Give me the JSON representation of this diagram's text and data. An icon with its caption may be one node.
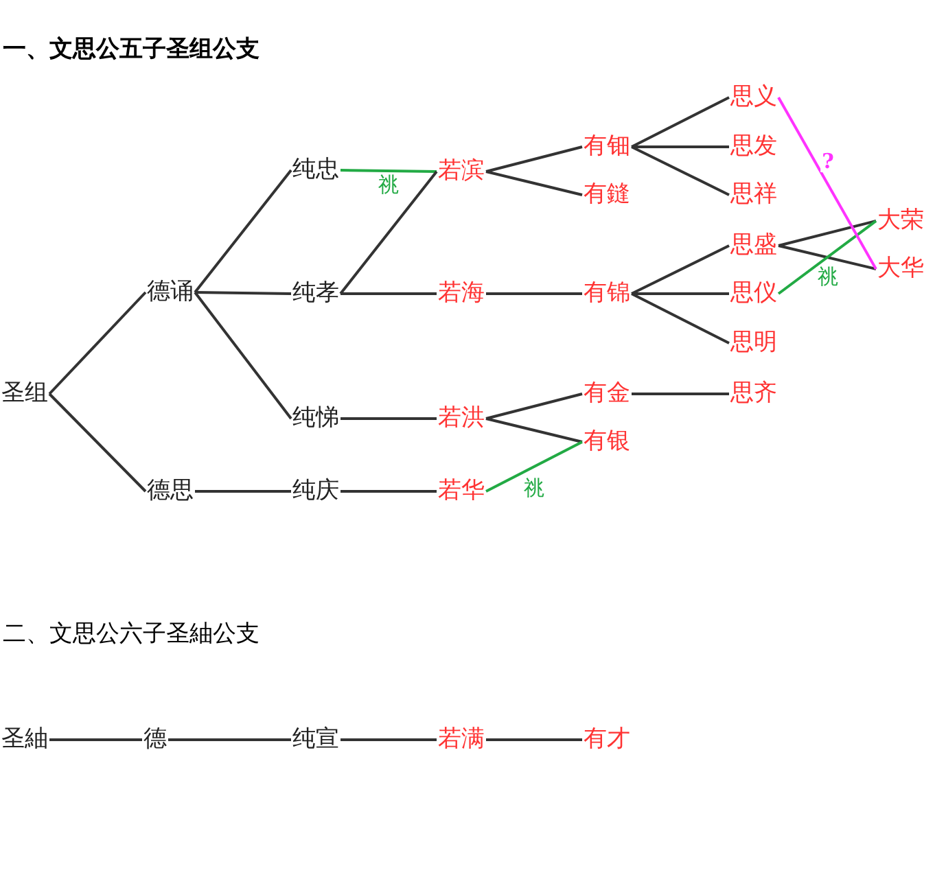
{
  "diagram": {
    "title": "一、文思公五子圣组公支",
    "nodes": [
      {
        "text": [
          "圣组"
        ]
      },
      {
        "text": [
          "德诵"
        ]
      },
      {
        "text": [
          "德思"
        ]
      },
      {
        "text": [
          "纯忠"
        ]
      },
      {
        "text": [
          "纯孝"
        ]
      },
      {
        "text": [
          "纯悌"
        ]
      },
      {
        "text": [
          "纯庆"
        ]
      },
      {
        "text": [
          "若滨"
        ]
      },
      {
        "text": [
          "若海"
        ]
      },
      {
        "text": [
          "若洪"
        ]
      },
      {
        "text": [
          "若华"
        ]
      },
      {
        "text": [
          "有钿"
        ]
      },
      {
        "text": [
          "有鏠"
        ]
      },
      {
        "text": [
          "有锦"
        ]
      },
      {
        "text": [
          "有金"
        ]
      },
      {
        "text": [
          "有银"
        ]
      },
      {
        "text": [
          "思义"
        ]
      },
      {
        "text": [
          "思发"
        ]
      },
      {
        "text": [
          "思祥"
        ]
      },
      {
        "text": [
          "思盛"
        ]
      },
      {
        "text": [
          "思仪"
        ]
      },
      {
        "text": [
          "思明"
        ]
      },
      {
        "text": [
          "思齐"
        ]
      },
      {
        "text": [
          "大荣"
        ]
      },
      {
        "text": [
          "大华"
        ]
      },
      {
        "text": [
          "圣紬"
        ]
      },
      {
        "text": [
          "德"
        ]
      },
      {
        "text": [
          "纯宣"
        ]
      },
      {
        "text": [
          "若满"
        ]
      },
      {
        "text": [
          "有才"
        ]
      }
    ],
    "edges": [
      {
        "from": 0,
        "to": 1,
        "arrow": "none"
      },
      {
        "from": 0,
        "to": 2,
        "arrow": "none"
      },
      {
        "from": 1,
        "to": 3,
        "arrow": "none"
      },
      {
        "from": 1,
        "to": 4,
        "arrow": "none"
      },
      {
        "from": 1,
        "to": 5,
        "arrow": "none"
      },
      {
        "from": 2,
        "to": 6,
        "arrow": "none"
      },
      {
        "from": 3,
        "to": 7,
        "arrow": "none",
        "label": "祧",
        "color": "#22aa44"
      },
      {
        "from": 4,
        "to": 7,
        "arrow": "none"
      },
      {
        "from": 4,
        "to": 8,
        "arrow": "none"
      },
      {
        "from": 5,
        "to": 9,
        "arrow": "none"
      },
      {
        "from": 6,
        "to": 10,
        "arrow": "none"
      },
      {
        "from": 7,
        "to": 11,
        "arrow": "none"
      },
      {
        "from": 7,
        "to": 12,
        "arrow": "none"
      },
      {
        "from": 8,
        "to": 13,
        "arrow": "none"
      },
      {
        "from": 9,
        "to": 14,
        "arrow": "none"
      },
      {
        "from": 9,
        "to": 15,
        "arrow": "none"
      },
      {
        "from": 10,
        "to": 15,
        "arrow": "none",
        "label": "祧",
        "color": "#22aa44"
      },
      {
        "from": 11,
        "to": 16,
        "arrow": "none"
      },
      {
        "from": 11,
        "to": 17,
        "arrow": "none"
      },
      {
        "from": 11,
        "to": 18,
        "arrow": "none"
      },
      {
        "from": 13,
        "to": 19,
        "arrow": "none"
      },
      {
        "from": 13,
        "to": 20,
        "arrow": "none"
      },
      {
        "from": 13,
        "to": 21,
        "arrow": "none"
      },
      {
        "from": 14,
        "to": 22,
        "arrow": "none"
      },
      {
        "from": 19,
        "to": 23,
        "arrow": "none"
      },
      {
        "from": 19,
        "to": 24,
        "arrow": "none"
      },
      {
        "from": 20,
        "to": 23,
        "arrow": "none",
        "label": "祧",
        "color": "#22aa44"
      },
      {
        "from": 16,
        "to": 24,
        "arrow": "none",
        "label": "?",
        "color": "#ff33ff"
      },
      {
        "from": 25,
        "to": 26,
        "arrow": "none"
      },
      {
        "from": 26,
        "to": 27,
        "arrow": "none"
      },
      {
        "from": 27,
        "to": 28,
        "arrow": "none"
      },
      {
        "from": 28,
        "to": 29,
        "arrow": "none"
      }
    ],
    "labels": [
      "二、文思公六子圣紬公支"
    ]
  }
}
